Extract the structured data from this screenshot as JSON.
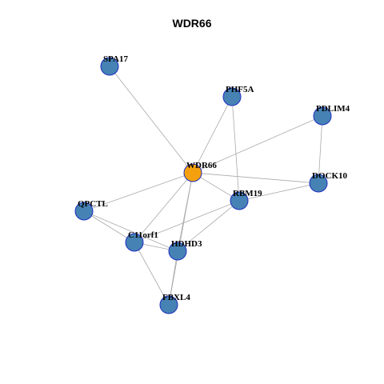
{
  "title": "WDR66",
  "colors": {
    "hub": "#F5A10F",
    "node": "#4682B4",
    "node_border": "#1F2FBF",
    "edge": "#AAAAAA"
  },
  "nodes": [
    {
      "id": "WDR66",
      "label": "WDR66",
      "hub": true
    },
    {
      "id": "SPA17",
      "label": "SPA17"
    },
    {
      "id": "PHF5A",
      "label": "PHF5A"
    },
    {
      "id": "PDLIM4",
      "label": "PDLIM4"
    },
    {
      "id": "DOCK10",
      "label": "DOCK10"
    },
    {
      "id": "RBM19",
      "label": "RBM19"
    },
    {
      "id": "QPCTL",
      "label": "QPCTL"
    },
    {
      "id": "C11orf1",
      "label": "C11orf1"
    },
    {
      "id": "HDHD3",
      "label": "HDHD3"
    },
    {
      "id": "FBXL4",
      "label": "FBXL4"
    }
  ],
  "edges": [
    [
      "WDR66",
      "SPA17"
    ],
    [
      "WDR66",
      "PHF5A"
    ],
    [
      "WDR66",
      "PDLIM4"
    ],
    [
      "WDR66",
      "DOCK10"
    ],
    [
      "WDR66",
      "RBM19"
    ],
    [
      "WDR66",
      "QPCTL"
    ],
    [
      "WDR66",
      "C11orf1"
    ],
    [
      "WDR66",
      "HDHD3"
    ],
    [
      "WDR66",
      "FBXL4"
    ],
    [
      "PHF5A",
      "RBM19"
    ],
    [
      "PDLIM4",
      "DOCK10"
    ],
    [
      "DOCK10",
      "RBM19"
    ],
    [
      "RBM19",
      "C11orf1"
    ],
    [
      "RBM19",
      "HDHD3"
    ],
    [
      "QPCTL",
      "C11orf1"
    ],
    [
      "QPCTL",
      "HDHD3"
    ],
    [
      "C11orf1",
      "HDHD3"
    ],
    [
      "C11orf1",
      "FBXL4"
    ],
    [
      "HDHD3",
      "FBXL4"
    ]
  ]
}
